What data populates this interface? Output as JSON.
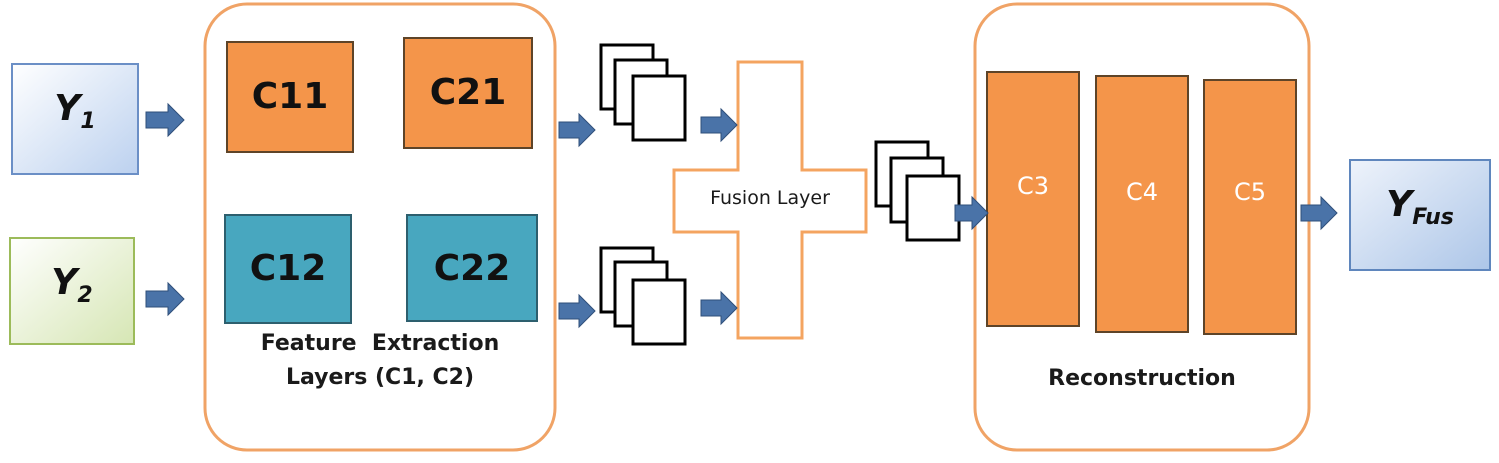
{
  "inputs": {
    "y1": {
      "main": "Y",
      "sub": "1"
    },
    "y2": {
      "main": "Y",
      "sub": "2"
    }
  },
  "output": {
    "main": "Y",
    "sub": "Fus"
  },
  "feature_extraction": {
    "blocks": [
      "C11",
      "C21",
      "C12",
      "C22"
    ],
    "caption_line1": "Feature  Extraction",
    "caption_line2": "Layers (C1, C2)"
  },
  "fusion": {
    "label": "Fusion Layer"
  },
  "reconstruction": {
    "blocks": [
      "C3",
      "C4",
      "C5"
    ],
    "caption": "Reconstruction"
  },
  "colors": {
    "orange_block": "#f4954a",
    "teal_block": "#48a7bf",
    "panel_border": "#f0a366",
    "input1_fill": "#d3e1f5",
    "input2_fill": "#e5efcd",
    "output_fill": "#c6d9f0",
    "arrow": "#4a73a8"
  }
}
